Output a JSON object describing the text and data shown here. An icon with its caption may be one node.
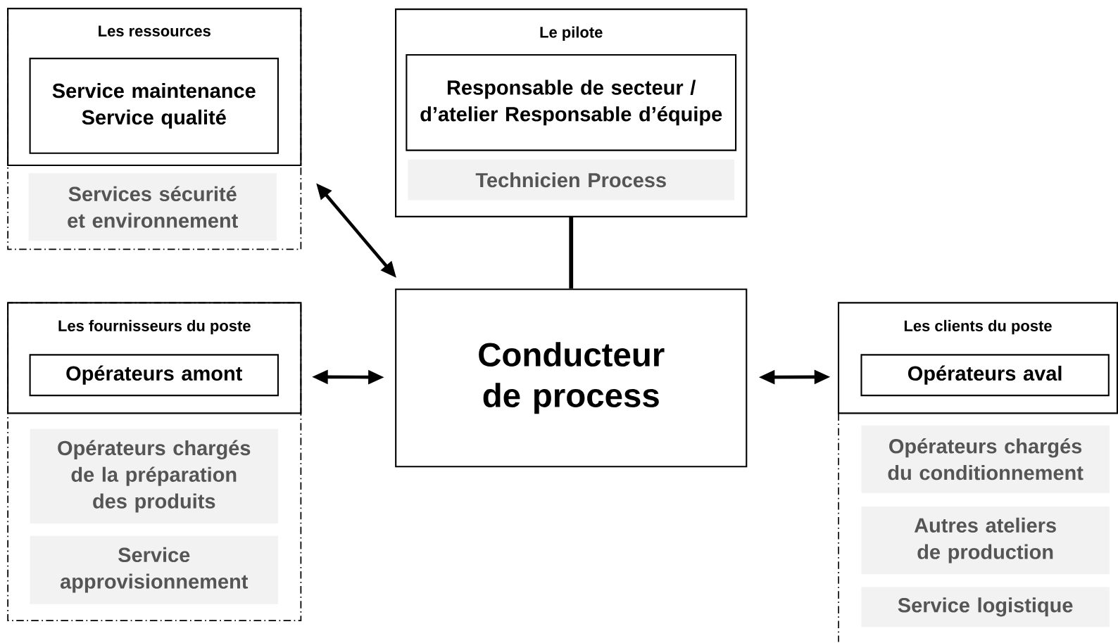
{
  "diagram": {
    "nodes": [
      {
        "text": [
          "Les ressources"
        ]
      },
      {
        "text": [
          "Service maintenance Service qualité"
        ],
        "in": 0
      },
      {
        "text": [
          "Services sécurité et environnement"
        ],
        "in": 0
      },
      {
        "text": [
          "Le pilote"
        ]
      },
      {
        "text": [
          "Responsable de secteur / d’atelier Responsable d’équipe"
        ],
        "in": 3
      },
      {
        "text": [
          "Technicien Process"
        ],
        "in": 3
      },
      {
        "text": [
          "Conducteur de process"
        ]
      },
      {
        "text": [
          "Les fournisseurs du poste"
        ]
      },
      {
        "text": [
          "Opérateurs amont"
        ],
        "in": 7
      },
      {
        "text": [
          "Opérateurs chargés de la préparation des produits"
        ],
        "in": 7
      },
      {
        "text": [
          "Service approvisionnement"
        ],
        "in": 7
      },
      {
        "text": [
          "Les clients du poste"
        ]
      },
      {
        "text": [
          "Opérateurs aval"
        ],
        "in": 11
      },
      {
        "text": [
          "Opérateurs chargés du conditionnement"
        ],
        "in": 11
      },
      {
        "text": [
          "Autres ateliers de production"
        ],
        "in": 11
      },
      {
        "text": [
          "Service logistique"
        ],
        "in": 11
      }
    ],
    "edges": [
      {
        "from": 0,
        "to": 6,
        "arrow": "both"
      },
      {
        "from": 3,
        "to": 6,
        "arrow": "none"
      },
      {
        "from": 7,
        "to": 6,
        "arrow": "both"
      },
      {
        "from": 6,
        "to": 11,
        "arrow": "both"
      }
    ]
  }
}
